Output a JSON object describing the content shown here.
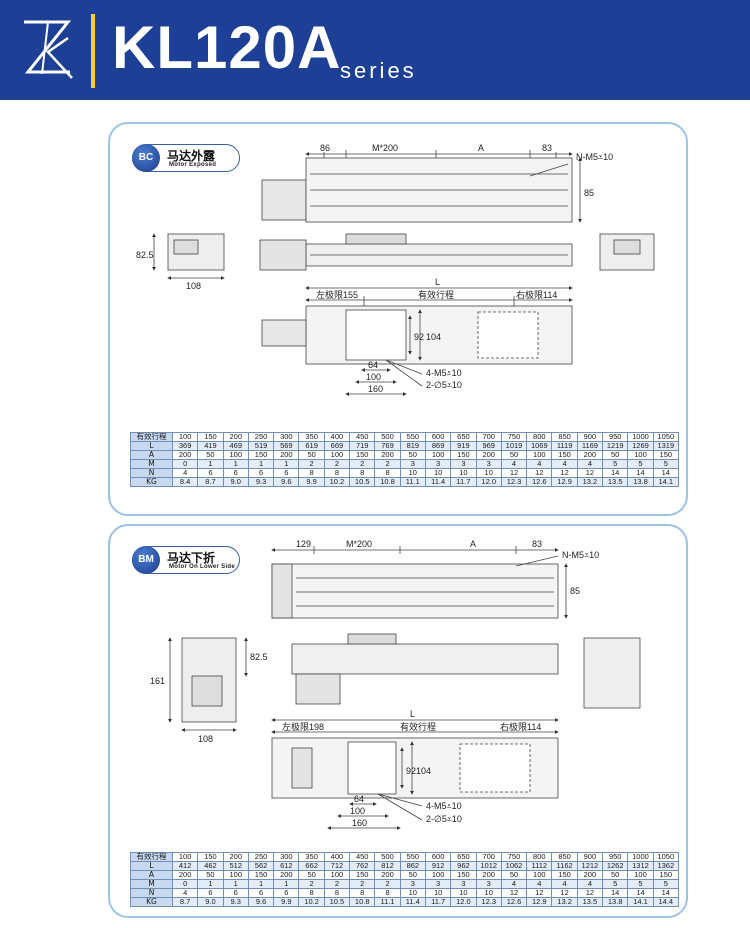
{
  "header": {
    "title": "KL120A",
    "subtitle": "series"
  },
  "sections": [
    {
      "badge_code": "BC",
      "badge_cn": "马达外露",
      "badge_en": "Motor Exposed",
      "dims": {
        "d86": "86",
        "m200": "M*200",
        "a": "A",
        "d83": "83",
        "nm5": "N-M5⩡10",
        "d85": "85",
        "d825": "82.5",
        "d108": "108",
        "l": "L",
        "left_limit": "左极限155",
        "stroke": "有效行程",
        "right_limit": "右极限114",
        "d92": "92",
        "d104": "104",
        "d64": "64",
        "d100": "100",
        "d160": "160",
        "m5": "4-M5⩡10",
        "phi5": "2-∅5⩡10"
      },
      "table": {
        "header": [
          "有效行程",
          "100",
          "150",
          "200",
          "250",
          "300",
          "350",
          "400",
          "450",
          "500",
          "550",
          "600",
          "650",
          "700",
          "750",
          "800",
          "850",
          "900",
          "950",
          "1000",
          "1050"
        ],
        "rows": [
          [
            "L",
            "369",
            "419",
            "469",
            "519",
            "569",
            "619",
            "669",
            "719",
            "769",
            "819",
            "869",
            "919",
            "969",
            "1019",
            "1069",
            "1119",
            "1169",
            "1219",
            "1269",
            "1319"
          ],
          [
            "A",
            "200",
            "50",
            "100",
            "150",
            "200",
            "50",
            "100",
            "150",
            "200",
            "50",
            "100",
            "150",
            "200",
            "50",
            "100",
            "150",
            "200",
            "50",
            "100",
            "150"
          ],
          [
            "M",
            "0",
            "1",
            "1",
            "1",
            "1",
            "2",
            "2",
            "2",
            "2",
            "3",
            "3",
            "3",
            "3",
            "4",
            "4",
            "4",
            "4",
            "5",
            "5",
            "5"
          ],
          [
            "N",
            "4",
            "6",
            "6",
            "6",
            "6",
            "8",
            "8",
            "8",
            "8",
            "10",
            "10",
            "10",
            "10",
            "12",
            "12",
            "12",
            "12",
            "14",
            "14",
            "14"
          ],
          [
            "KG",
            "8.4",
            "8.7",
            "9.0",
            "9.3",
            "9.6",
            "9.9",
            "10.2",
            "10.5",
            "10.8",
            "11.1",
            "11.4",
            "11.7",
            "12.0",
            "12.3",
            "12.6",
            "12.9",
            "13.2",
            "13.5",
            "13.8",
            "14.1"
          ]
        ]
      }
    },
    {
      "badge_code": "BM",
      "badge_cn": "马达下折",
      "badge_en": "Motor On Lower Side",
      "dims": {
        "d129": "129",
        "m200": "M*200",
        "a": "A",
        "d83": "83",
        "nm5": "N-M5⩡10",
        "d85": "85",
        "d161": "161",
        "d825": "82.5",
        "d108": "108",
        "l": "L",
        "left_limit": "左极限198",
        "stroke": "有效行程",
        "right_limit": "右极限114",
        "d92": "92",
        "d104": "104",
        "d64": "64",
        "d100": "100",
        "d160": "160",
        "m5": "4-M5⩡10",
        "phi5": "2-∅5⩡10"
      },
      "table": {
        "header": [
          "有效行程",
          "100",
          "150",
          "200",
          "250",
          "300",
          "350",
          "400",
          "450",
          "500",
          "550",
          "600",
          "650",
          "700",
          "750",
          "800",
          "850",
          "900",
          "950",
          "1000",
          "1050"
        ],
        "rows": [
          [
            "L",
            "412",
            "462",
            "512",
            "562",
            "612",
            "662",
            "712",
            "762",
            "812",
            "862",
            "912",
            "962",
            "1012",
            "1062",
            "1112",
            "1162",
            "1212",
            "1262",
            "1312",
            "1362"
          ],
          [
            "A",
            "200",
            "50",
            "100",
            "150",
            "200",
            "50",
            "100",
            "150",
            "200",
            "50",
            "100",
            "150",
            "200",
            "50",
            "100",
            "150",
            "200",
            "50",
            "100",
            "150"
          ],
          [
            "M",
            "0",
            "1",
            "1",
            "1",
            "1",
            "2",
            "2",
            "2",
            "2",
            "3",
            "3",
            "3",
            "3",
            "4",
            "4",
            "4",
            "4",
            "5",
            "5",
            "5"
          ],
          [
            "N",
            "4",
            "6",
            "6",
            "6",
            "6",
            "8",
            "8",
            "8",
            "8",
            "10",
            "10",
            "10",
            "10",
            "12",
            "12",
            "12",
            "12",
            "14",
            "14",
            "14"
          ],
          [
            "KG",
            "8.7",
            "9.0",
            "9.3",
            "9.6",
            "9.9",
            "10.2",
            "10.5",
            "10.8",
            "11.1",
            "11.4",
            "11.7",
            "12.0",
            "12.3",
            "12.6",
            "12.9",
            "13.2",
            "13.5",
            "13.8",
            "14.1",
            "14.4"
          ]
        ]
      }
    }
  ]
}
